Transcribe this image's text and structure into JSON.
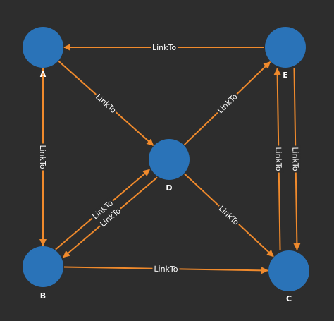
{
  "diagram": {
    "background": "#2d2d2d",
    "node_color": "#2a73b8",
    "edge_color": "#f08a2c",
    "text_color": "#ffffff",
    "nodes": [
      {
        "id": "A",
        "label": "A"
      },
      {
        "id": "B",
        "label": "B"
      },
      {
        "id": "C",
        "label": "C"
      },
      {
        "id": "D",
        "label": "D"
      },
      {
        "id": "E",
        "label": "E"
      }
    ],
    "edges": [
      {
        "id": "e-a",
        "source": "E",
        "target": "A",
        "label": "LinkTo"
      },
      {
        "id": "a-d",
        "source": "A",
        "target": "D",
        "label": "LinkTo"
      },
      {
        "id": "a-b",
        "source": "A",
        "target": "B",
        "label": "LinkTo"
      },
      {
        "id": "d-e",
        "source": "D",
        "target": "E",
        "label": "LinkTo"
      },
      {
        "id": "b-d",
        "source": "B",
        "target": "D",
        "label": "LinkTo"
      },
      {
        "id": "d-b",
        "source": "D",
        "target": "B",
        "label": "LinkTo"
      },
      {
        "id": "d-c",
        "source": "D",
        "target": "C",
        "label": "LinkTo"
      },
      {
        "id": "b-c",
        "source": "B",
        "target": "C",
        "label": "LinkTo"
      },
      {
        "id": "c-e",
        "source": "C",
        "target": "E",
        "label": "LinkTo"
      },
      {
        "id": "e-c",
        "source": "E",
        "target": "C",
        "label": "LinkTo"
      }
    ]
  }
}
